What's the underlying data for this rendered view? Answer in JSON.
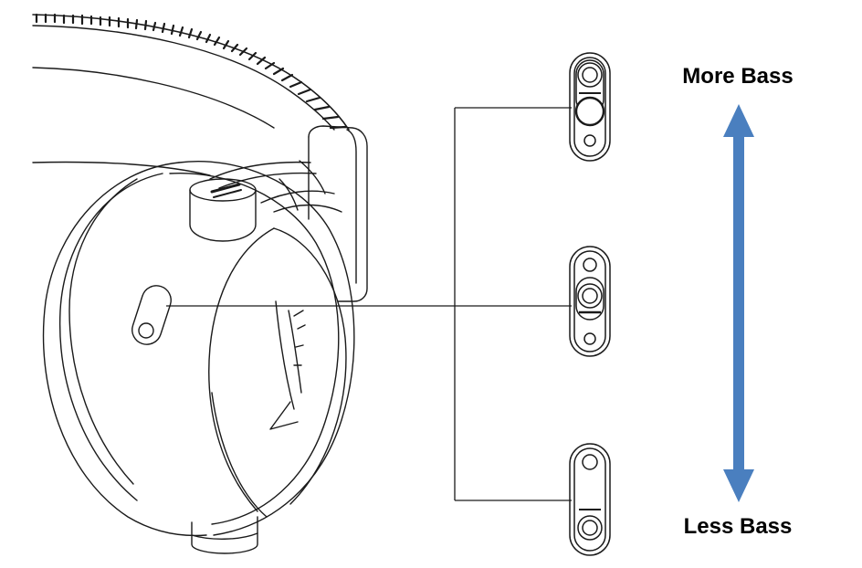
{
  "diagram": {
    "labels": {
      "more_bass": "More Bass",
      "less_bass": "Less Bass"
    },
    "slider_states": [
      "max-bass",
      "mid-bass",
      "min-bass"
    ],
    "colors": {
      "line": "#1a1a1a",
      "arrow": "#4a7fbf",
      "background": "#ffffff"
    }
  }
}
